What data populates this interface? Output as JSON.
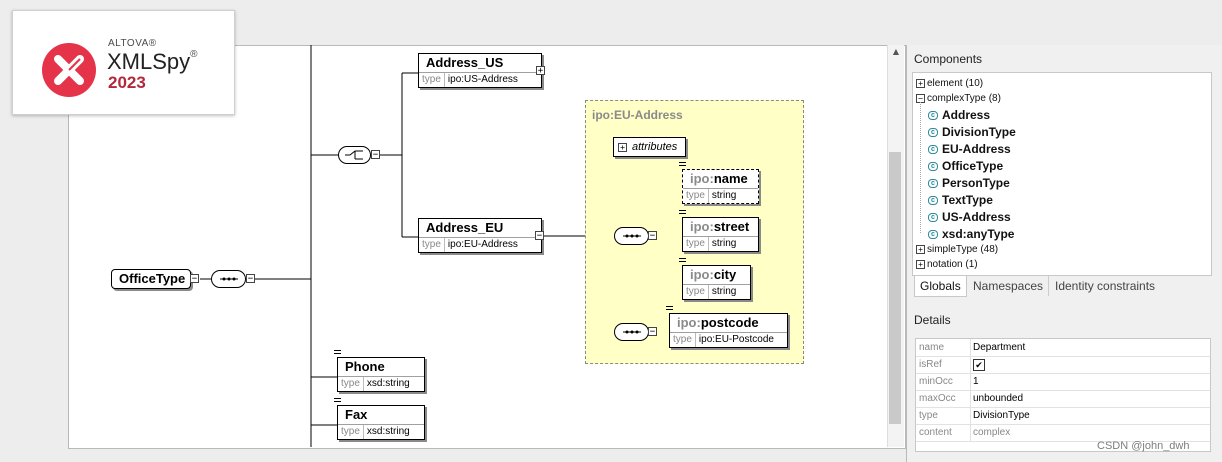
{
  "logo": {
    "company": "ALTOVA®",
    "product": "XMLSpy",
    "reg": "®",
    "year": "2023"
  },
  "diagram": {
    "root": {
      "name": "OfficeType"
    },
    "address_us": {
      "name": "Address_US",
      "type_key": "type",
      "type_val": "ipo:US-Address"
    },
    "address_eu": {
      "name": "Address_EU",
      "type_key": "type",
      "type_val": "ipo:EU-Address"
    },
    "eu_group_title": "ipo:EU-Address",
    "attributes_label": "attributes",
    "eu_name": {
      "prefix": "ipo:",
      "name": "name",
      "type_key": "type",
      "type_val": "string"
    },
    "eu_street": {
      "prefix": "ipo:",
      "name": "street",
      "type_key": "type",
      "type_val": "string"
    },
    "eu_city": {
      "prefix": "ipo:",
      "name": "city",
      "type_key": "type",
      "type_val": "string"
    },
    "eu_postcode": {
      "prefix": "ipo:",
      "name": "postcode",
      "type_key": "type",
      "type_val": "ipo:EU-Postcode"
    },
    "phone": {
      "name": "Phone",
      "type_key": "type",
      "type_val": "xsd:string"
    },
    "fax": {
      "name": "Fax",
      "type_key": "type",
      "type_val": "xsd:string"
    }
  },
  "components": {
    "title": "Components",
    "element": "element (10)",
    "complexType": "complexType (8)",
    "complex_items": [
      "Address",
      "DivisionType",
      "EU-Address",
      "OfficeType",
      "PersonType",
      "TextType",
      "US-Address",
      "xsd:anyType"
    ],
    "simpleType": "simpleType (48)",
    "notation": "notation (1)",
    "icon_letter": "c",
    "tabs": [
      "Globals",
      "Namespaces",
      "Identity constraints"
    ],
    "active_tab": "Globals"
  },
  "details": {
    "title": "Details",
    "rows": [
      {
        "key": "name",
        "value": "Department"
      },
      {
        "key": "isRef",
        "value": "✔"
      },
      {
        "key": "minOcc",
        "value": "1"
      },
      {
        "key": "maxOcc",
        "value": "unbounded"
      },
      {
        "key": "type",
        "value": "DivisionType"
      },
      {
        "key": "content",
        "value": "complex"
      }
    ]
  },
  "watermark": "CSDN @john_dwh",
  "colors": {
    "accent": "#e5344a",
    "group_bg": "#ffffc6",
    "year": "#b3283a"
  }
}
